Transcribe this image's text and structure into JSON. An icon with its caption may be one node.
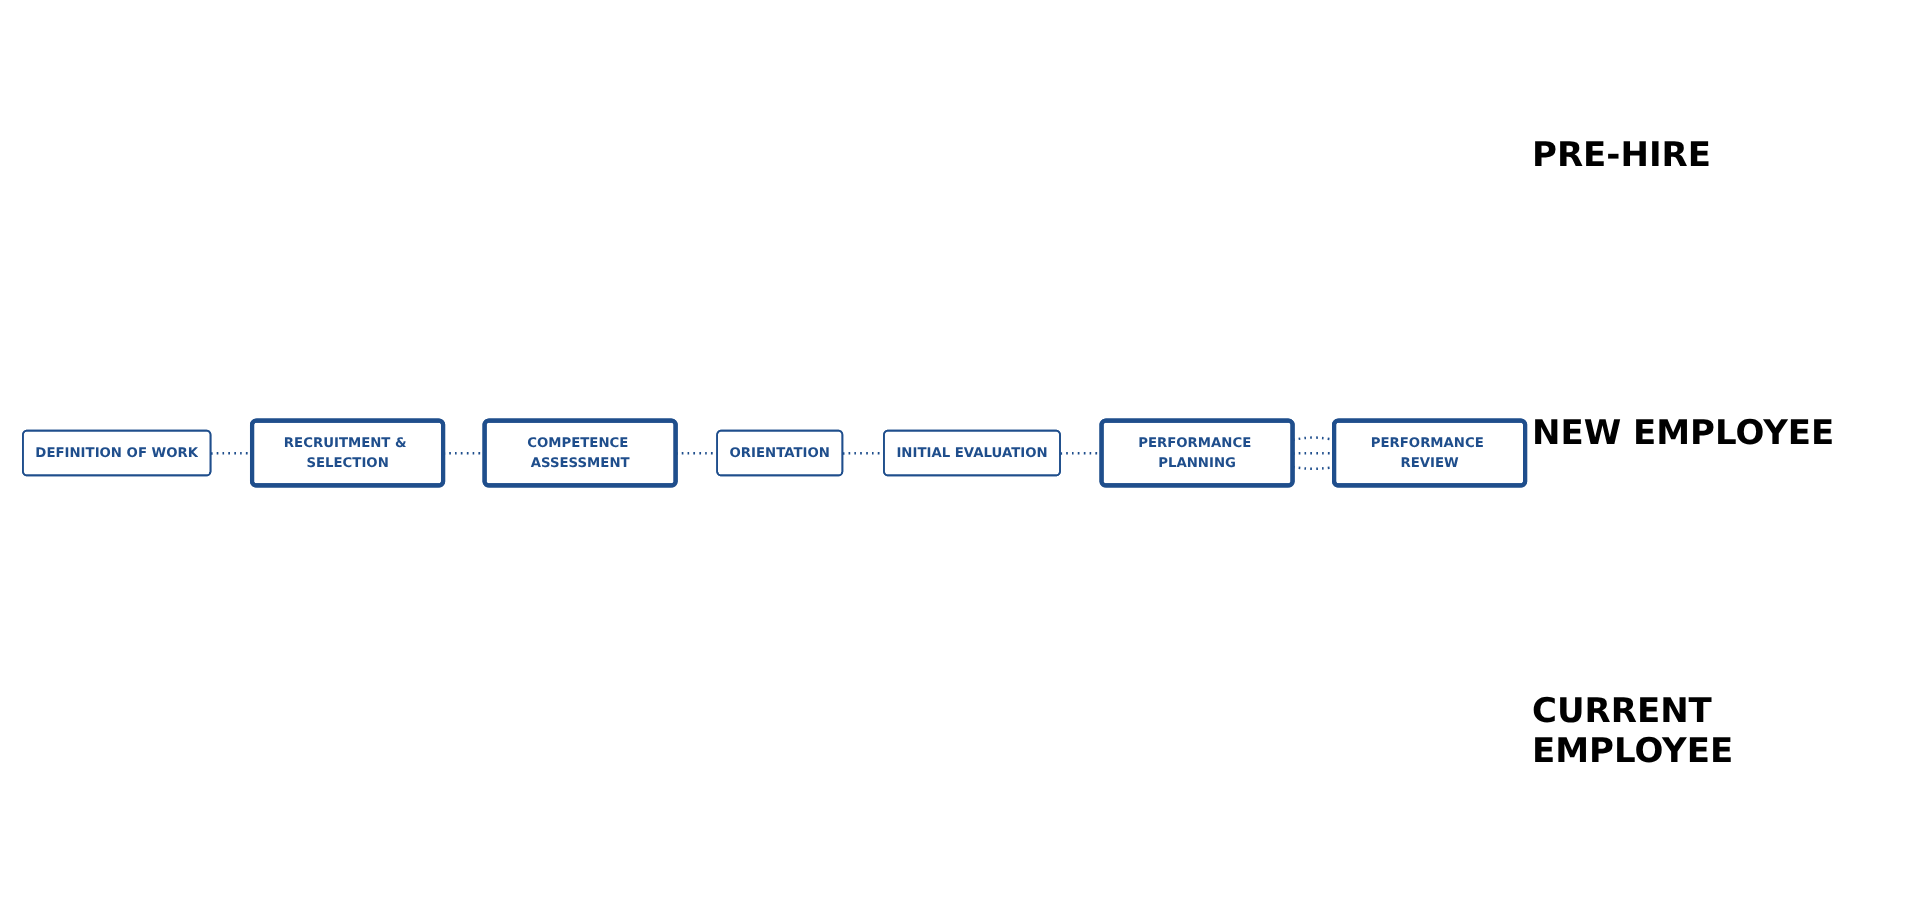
{
  "diagram": {
    "nodes": [
      {
        "text": [
          "DEFINITION OF WORK"
        ]
      },
      {
        "text": [
          "RECRUITMENT & SELECTION"
        ]
      },
      {
        "text": [
          "COMPETENCE ASSESSMENT"
        ]
      },
      {
        "text": [
          "ORIENTATION"
        ]
      },
      {
        "text": [
          "INITIAL EVALUATION"
        ]
      },
      {
        "text": [
          "PERFORMANCE PLANNING"
        ]
      },
      {
        "text": [
          "PERFORMANCE REVIEW"
        ]
      }
    ],
    "edges": [
      {
        "from": 0,
        "to": 1,
        "arrow": "none",
        "style": "dashed"
      },
      {
        "from": 1,
        "to": 2,
        "arrow": "none",
        "style": "dashed"
      },
      {
        "from": 2,
        "to": 3,
        "arrow": "none",
        "style": "dashed"
      },
      {
        "from": 3,
        "to": 4,
        "arrow": "none",
        "style": "dashed"
      },
      {
        "from": 4,
        "to": 5,
        "arrow": "none",
        "style": "dashed"
      },
      {
        "from": 5,
        "to": 6,
        "arrow": "none",
        "style": "dashed"
      },
      {
        "from": 5,
        "to": 6,
        "arrow": "none",
        "style": "dashed"
      },
      {
        "from": 5,
        "to": 6,
        "arrow": "none",
        "style": "dashed"
      }
    ],
    "labels": [
      "PRE-HIRE",
      "NEW EMPLOYEE",
      "CURRENT EMPLOYEE"
    ]
  }
}
